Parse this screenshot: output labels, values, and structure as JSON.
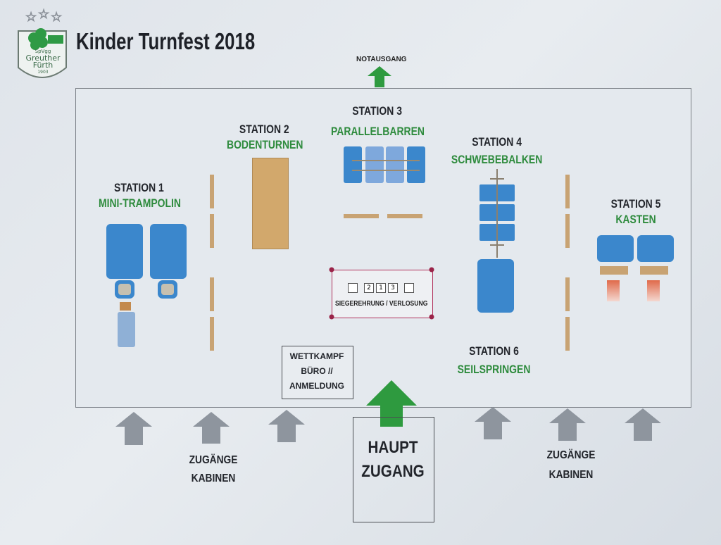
{
  "header": {
    "title": "Kinder Turnfest 2018"
  },
  "logo": {
    "line1": "SpVgg",
    "line2": "Greuther",
    "line3": "Fürth",
    "year": "1903"
  },
  "exits": {
    "emergency": "NOTAUSGANG"
  },
  "stations": [
    {
      "name": "STATION 1",
      "activity": "MINI-TRAMPOLIN"
    },
    {
      "name": "STATION 2",
      "activity": "BODENTURNEN"
    },
    {
      "name": "STATION 3",
      "activity": "PARALLELBARREN"
    },
    {
      "name": "STATION 4",
      "activity": "SCHWEBEBALKEN"
    },
    {
      "name": "STATION 5",
      "activity": "KASTEN"
    },
    {
      "name": "STATION 6",
      "activity": "SEILSPRINGEN"
    }
  ],
  "podium": {
    "places": [
      "2",
      "1",
      "3"
    ],
    "label": "SIEGEREHRUNG / VERLOSUNG"
  },
  "office": {
    "line1": "WETTKAMPF",
    "line2": "BÜRO //",
    "line3": "ANMELDUNG"
  },
  "entrances": {
    "main_line1": "HAUPT",
    "main_line2": "ZUGANG",
    "left_line1": "ZUGÄNGE",
    "left_line2": "KABINEN",
    "right_line1": "ZUGÄNGE",
    "right_line2": "KABINEN"
  },
  "colors": {
    "accent_green": "#2e8b3d",
    "mat_blue": "#3b87cc",
    "bench_tan": "#c8a373",
    "arrow_gray": "#8e959e"
  }
}
